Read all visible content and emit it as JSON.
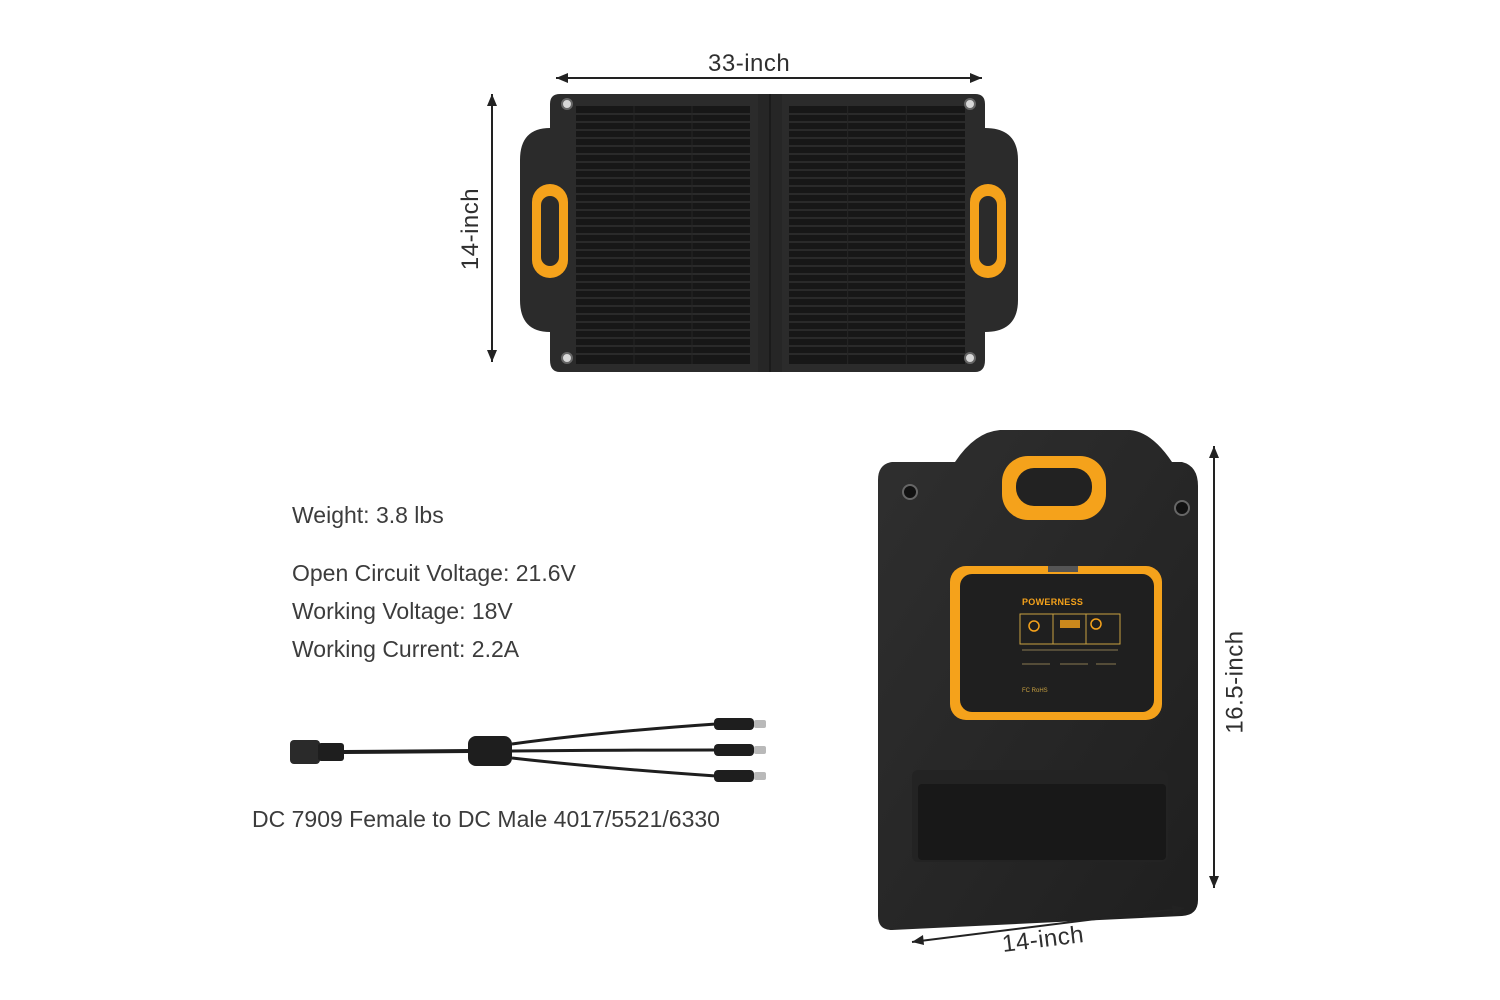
{
  "top_panel": {
    "width_label": "33-inch",
    "height_label": "14-inch"
  },
  "back_panel": {
    "height_label": "16.5-inch",
    "width_label": "14-inch",
    "brand_label": "POWERNESS",
    "brand_accent": "NESS"
  },
  "specs": {
    "weight": "Weight: 3.8 lbs",
    "open_circuit_voltage": "Open Circuit Voltage: 21.6V",
    "working_voltage": "Working Voltage: 18V",
    "working_current": "Working Current: 2.2A"
  },
  "cable": {
    "caption": "DC 7909 Female to DC Male 4017/5521/6330"
  },
  "colors": {
    "panel_body": "#2b2b2b",
    "cell": "#1a1a1a",
    "handle_orange": "#f5a21b",
    "arrow": "#222222"
  }
}
